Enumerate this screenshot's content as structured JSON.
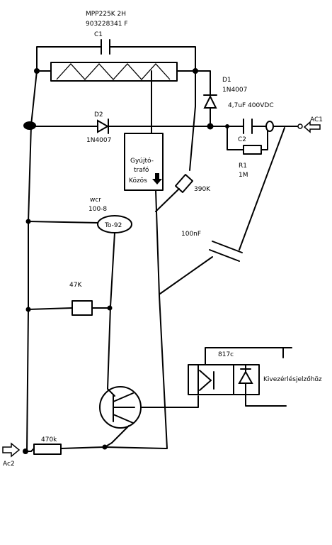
{
  "labels": {
    "c1_part": "MPP225K 2H",
    "c1_code": "903228341 F",
    "c1_name": "C1",
    "d1_name": "D1",
    "d1_part": "1N4007",
    "d2_name": "D2",
    "d2_part": "1N4007",
    "c2_value": "4,7uF 400VDC",
    "c2_name": "C2",
    "ac1": "AC1",
    "r1_name": "R1",
    "r1_value": "1M",
    "trafo_line1": "Gyújtó-",
    "trafo_line2": "trafó",
    "trafo_common": "Közös",
    "r_390k": "390K",
    "wcr_line1": "wcr",
    "wcr_line2": "100-8",
    "to92": "To-92",
    "c_100nf": "100nF",
    "r_47k": "47K",
    "optocoupler": "817c",
    "signal_output": "Kivezérlésjelzőhöz",
    "r_470k": "470k",
    "ac2": "Ac2"
  }
}
